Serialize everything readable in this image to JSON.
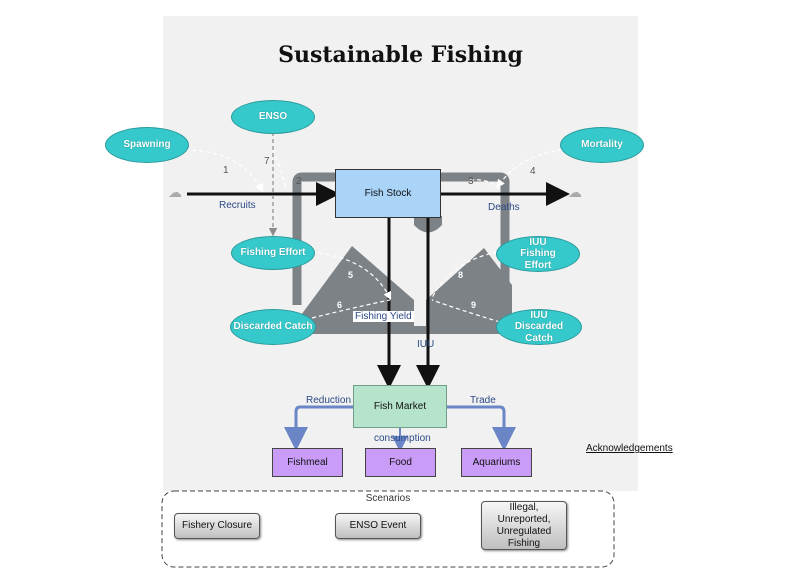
{
  "title": "Sustainable Fishing",
  "nodes": {
    "spawning": "Spawning",
    "enso": "ENSO",
    "mortality": "Mortality",
    "fishing_effort": "Fishing Effort",
    "iuu_fishing_effort": "IUU Fishing Effort",
    "discarded_catch": "Discarded Catch",
    "iuu_discarded_catch": "IUU Discarded Catch",
    "fish_stock": "Fish Stock",
    "fish_market": "Fish Market",
    "fishmeal": "Fishmeal",
    "food": "Food",
    "aquariums": "Aquariums"
  },
  "flows": {
    "recruits": "Recruits",
    "deaths": "Deaths",
    "fishing_yield": "Fishing Yield",
    "iuu": "IUU",
    "reduction": "Reduction",
    "trade": "Trade",
    "consumption": "consumption"
  },
  "link_numbers": [
    "1",
    "2",
    "3",
    "4",
    "5",
    "6",
    "7",
    "8",
    "9"
  ],
  "scenarios": {
    "title": "Scenarios",
    "buttons": [
      "Fishery Closure",
      "ENSO Event",
      "Illegal, Unreported, Unregulated Fishing"
    ]
  },
  "acknowledgements": "Acknowledgements",
  "colors": {
    "oval": "#36c9cb",
    "fish_stock": "#a9d3f7",
    "fish_market": "#b5e3cb",
    "products": "#c89cf7",
    "pipe": "#7d8287",
    "flow_blue": "#6a86c6"
  }
}
